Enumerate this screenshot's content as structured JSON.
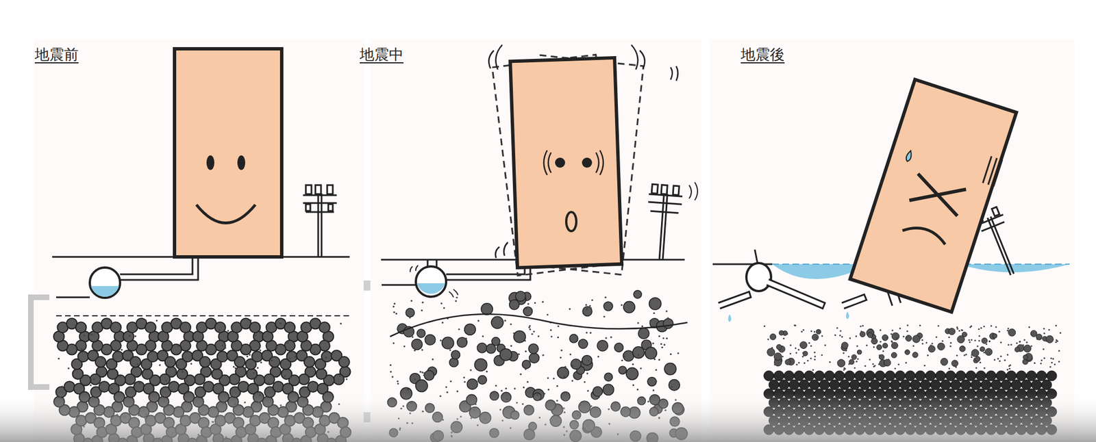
{
  "diagram": {
    "labels": [
      "地震前",
      "地震中",
      "地震後"
    ]
  }
}
